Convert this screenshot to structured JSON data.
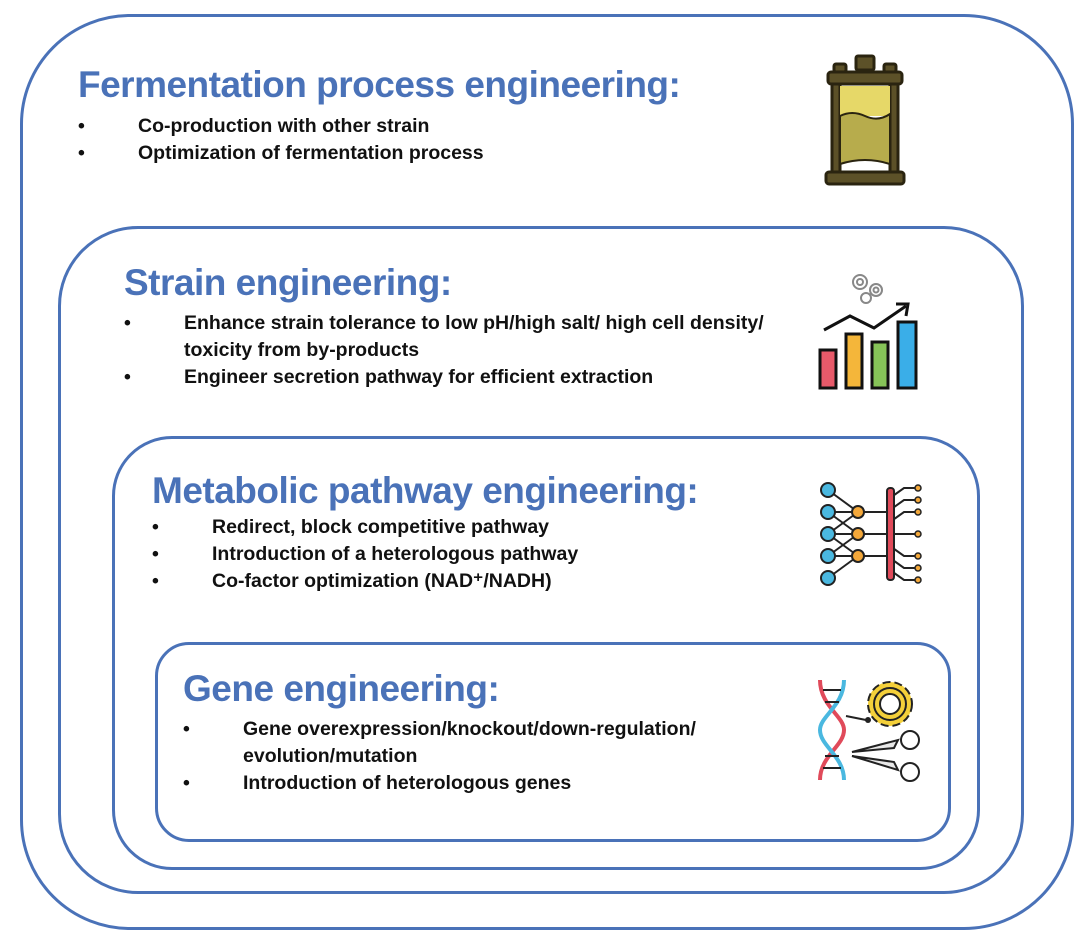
{
  "sections": [
    {
      "title": "Fermentation process engineering:",
      "items": [
        "Co-production with other strain",
        "Optimization of fermentation process"
      ],
      "icon": "bioreactor-icon"
    },
    {
      "title": "Strain engineering:",
      "items": [
        "Enhance strain tolerance to low pH/high salt/ high cell density/ toxicity from by-products",
        "Engineer secretion pathway for efficient extraction"
      ],
      "icon": "growth-bar-chart-icon"
    },
    {
      "title": "Metabolic pathway engineering:",
      "items": [
        "Redirect, block competitive pathway",
        "Introduction of a heterologous pathway",
        "Co-factor optimization (NAD⁺/NADH)"
      ],
      "icon": "network-pathway-icon"
    },
    {
      "title": "Gene engineering:",
      "items": [
        "Gene overexpression/knockout/down-regulation/ evolution/mutation",
        "Introduction of heterologous genes"
      ],
      "icon": "dna-gear-scissors-icon"
    }
  ],
  "colors": {
    "accent": "#4a72b8",
    "text": "#111111"
  }
}
